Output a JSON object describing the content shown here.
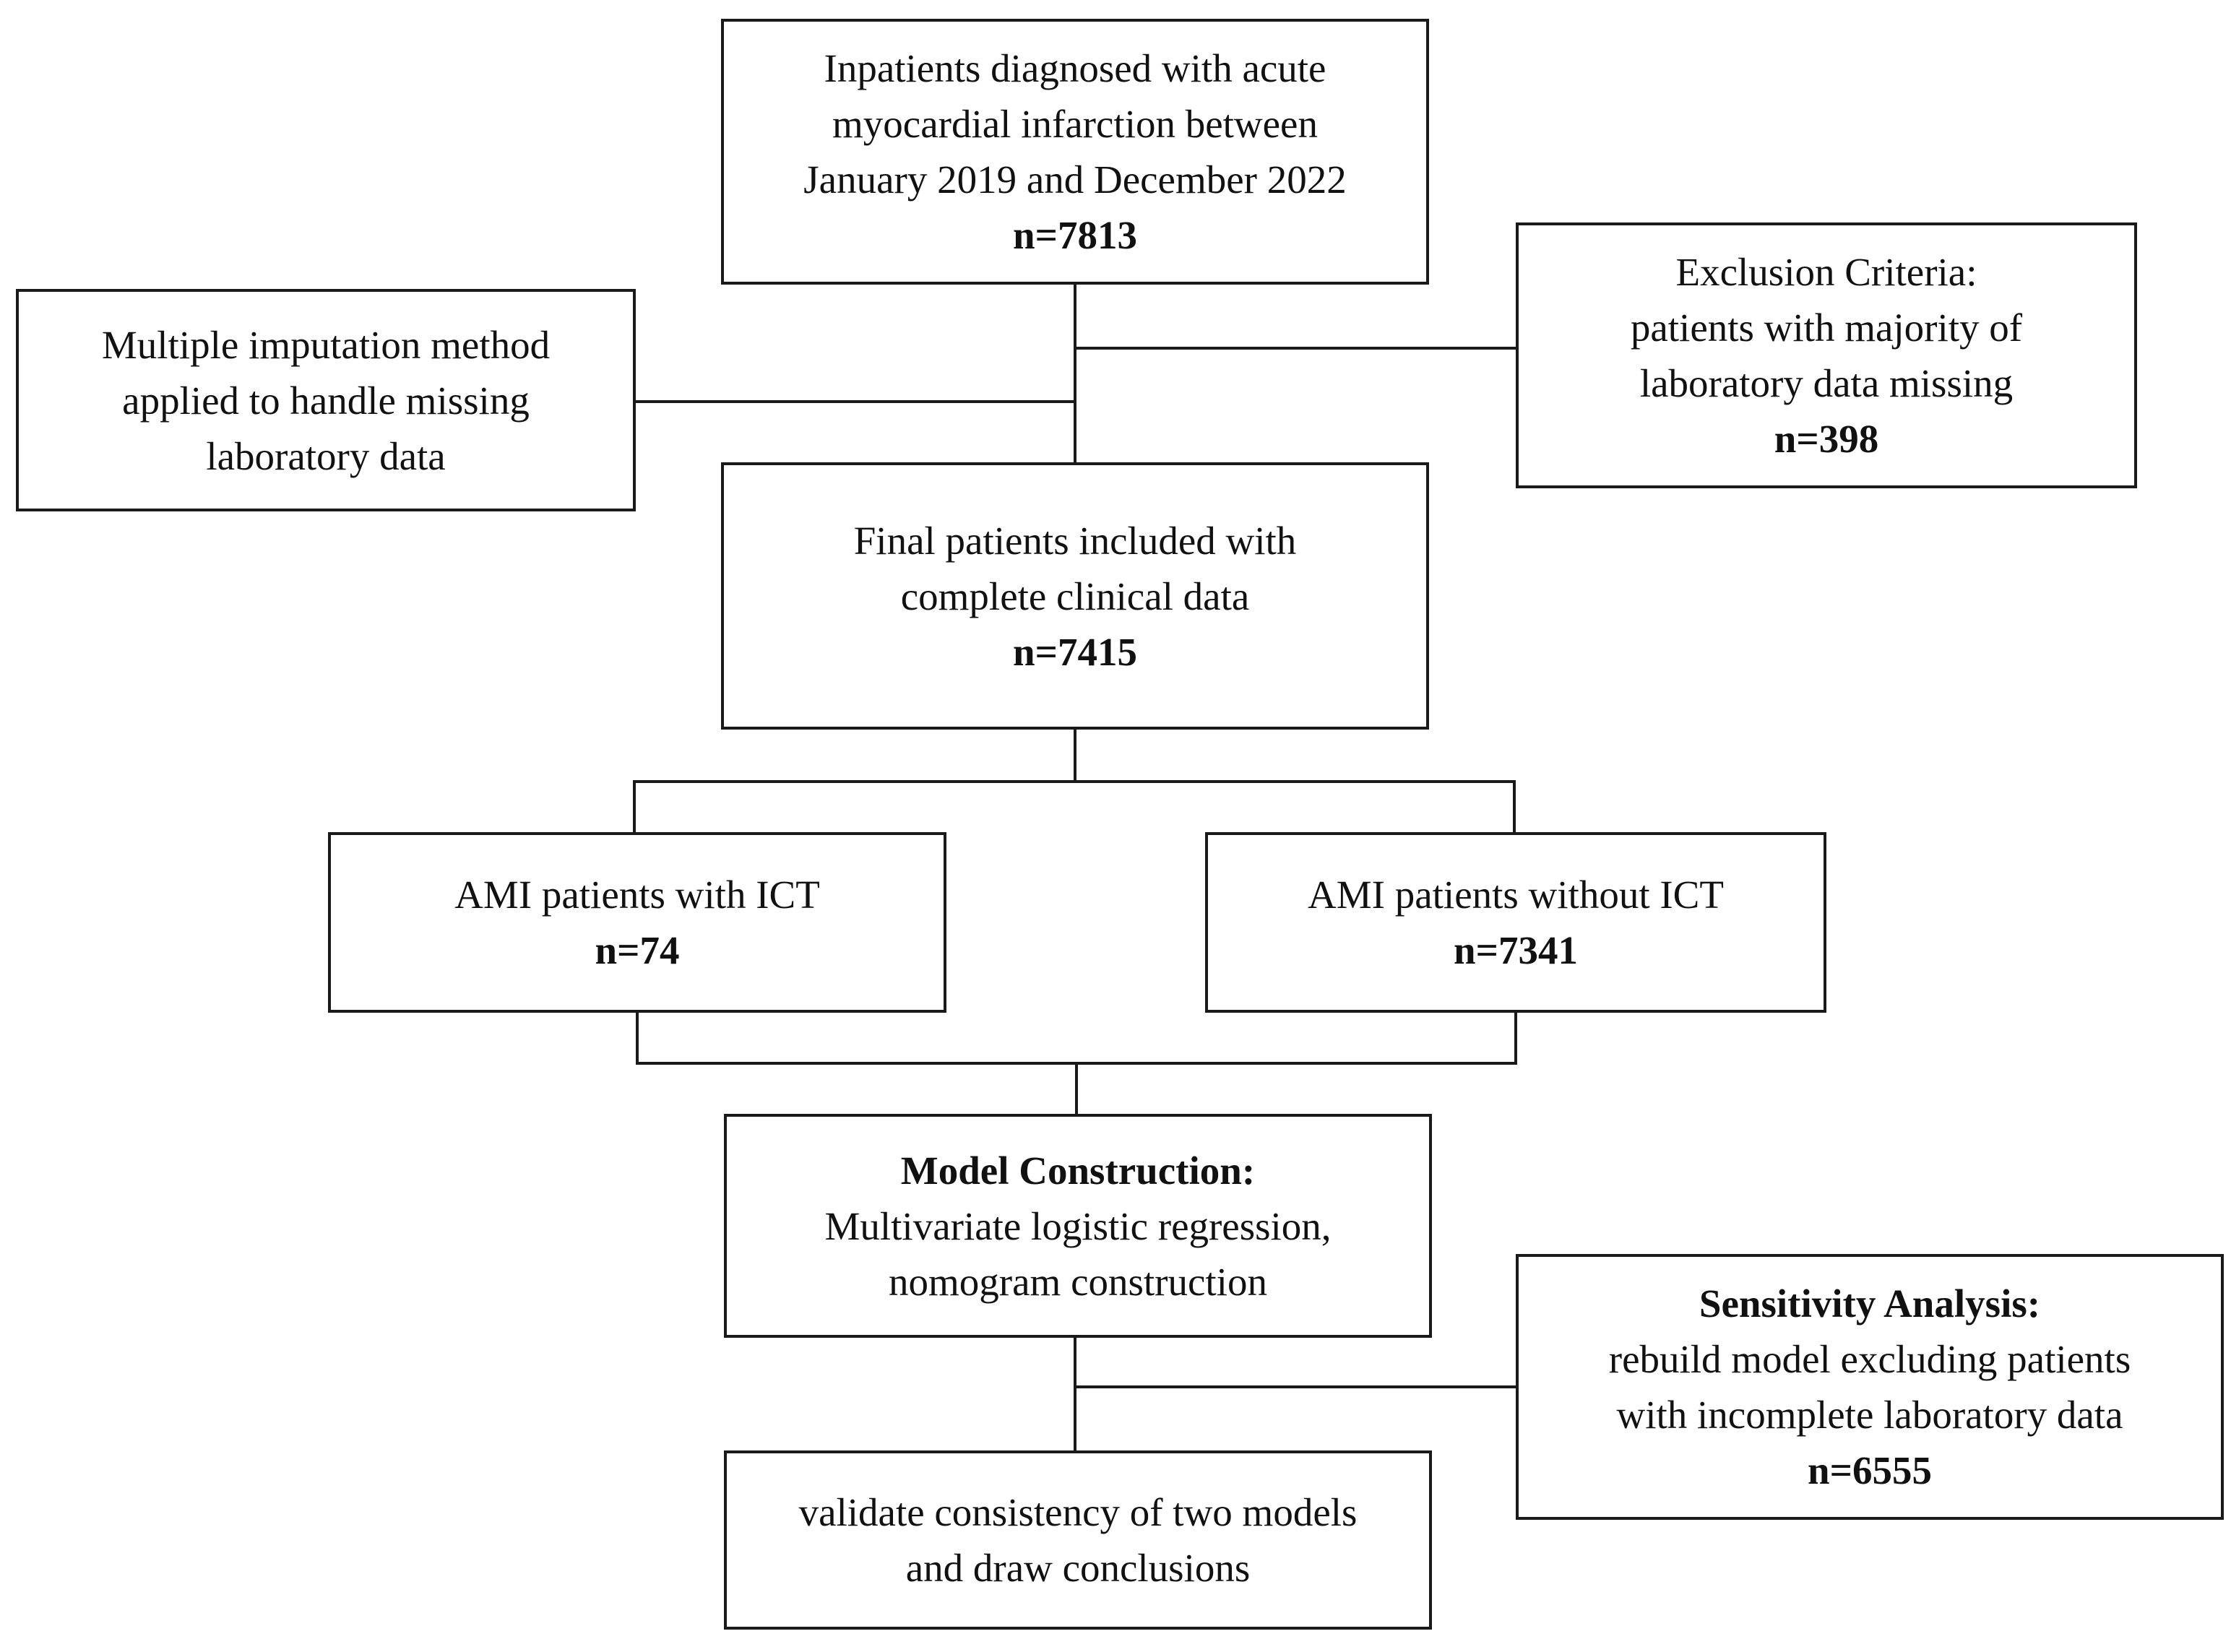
{
  "flowchart": {
    "inpatients": {
      "lines": [
        "Inpatients diagnosed with acute",
        "myocardial infarction between",
        "January 2019 and December 2022"
      ],
      "count": "n=7813"
    },
    "exclusion": {
      "lines": [
        "Exclusion Criteria:",
        "patients with majority of",
        "laboratory data missing"
      ],
      "count": "n=398"
    },
    "imputation": {
      "lines": [
        "Multiple imputation method",
        "applied to handle missing",
        "laboratory data"
      ]
    },
    "final": {
      "lines": [
        "Final patients included with",
        "complete clinical data"
      ],
      "count": "n=7415"
    },
    "with_ict": {
      "label": "AMI patients with ICT",
      "count": "n=74"
    },
    "without_ict": {
      "label": "AMI patients without ICT",
      "count": "n=7341"
    },
    "model": {
      "heading": "Model Construction:",
      "lines": [
        "Multivariate logistic regression,",
        "nomogram construction"
      ]
    },
    "sensitivity": {
      "heading": "Sensitivity Analysis:",
      "lines": [
        "rebuild model excluding patients",
        "with incomplete laboratory data"
      ],
      "count": "n=6555"
    },
    "validate": {
      "lines": [
        "validate consistency of two models",
        "and draw conclusions"
      ]
    }
  }
}
